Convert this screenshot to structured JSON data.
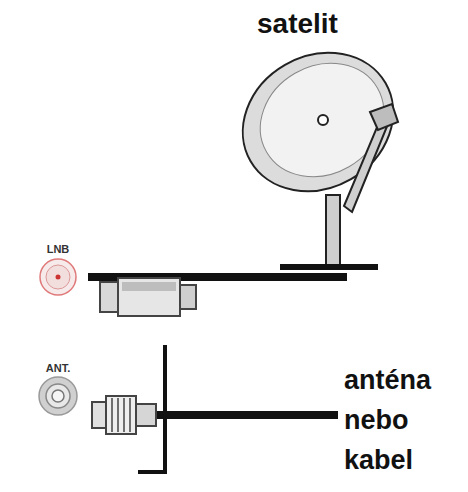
{
  "diagram": {
    "nodes": [
      {
        "text": [
          "LNB"
        ]
      },
      {
        "text": [
          "satelit"
        ]
      },
      {
        "text": [
          "ANT."
        ]
      }
    ],
    "edges": [
      {
        "from": 0,
        "to": 1,
        "arrow": "none"
      }
    ],
    "labels": [
      "anténa nebo kabel"
    ]
  }
}
